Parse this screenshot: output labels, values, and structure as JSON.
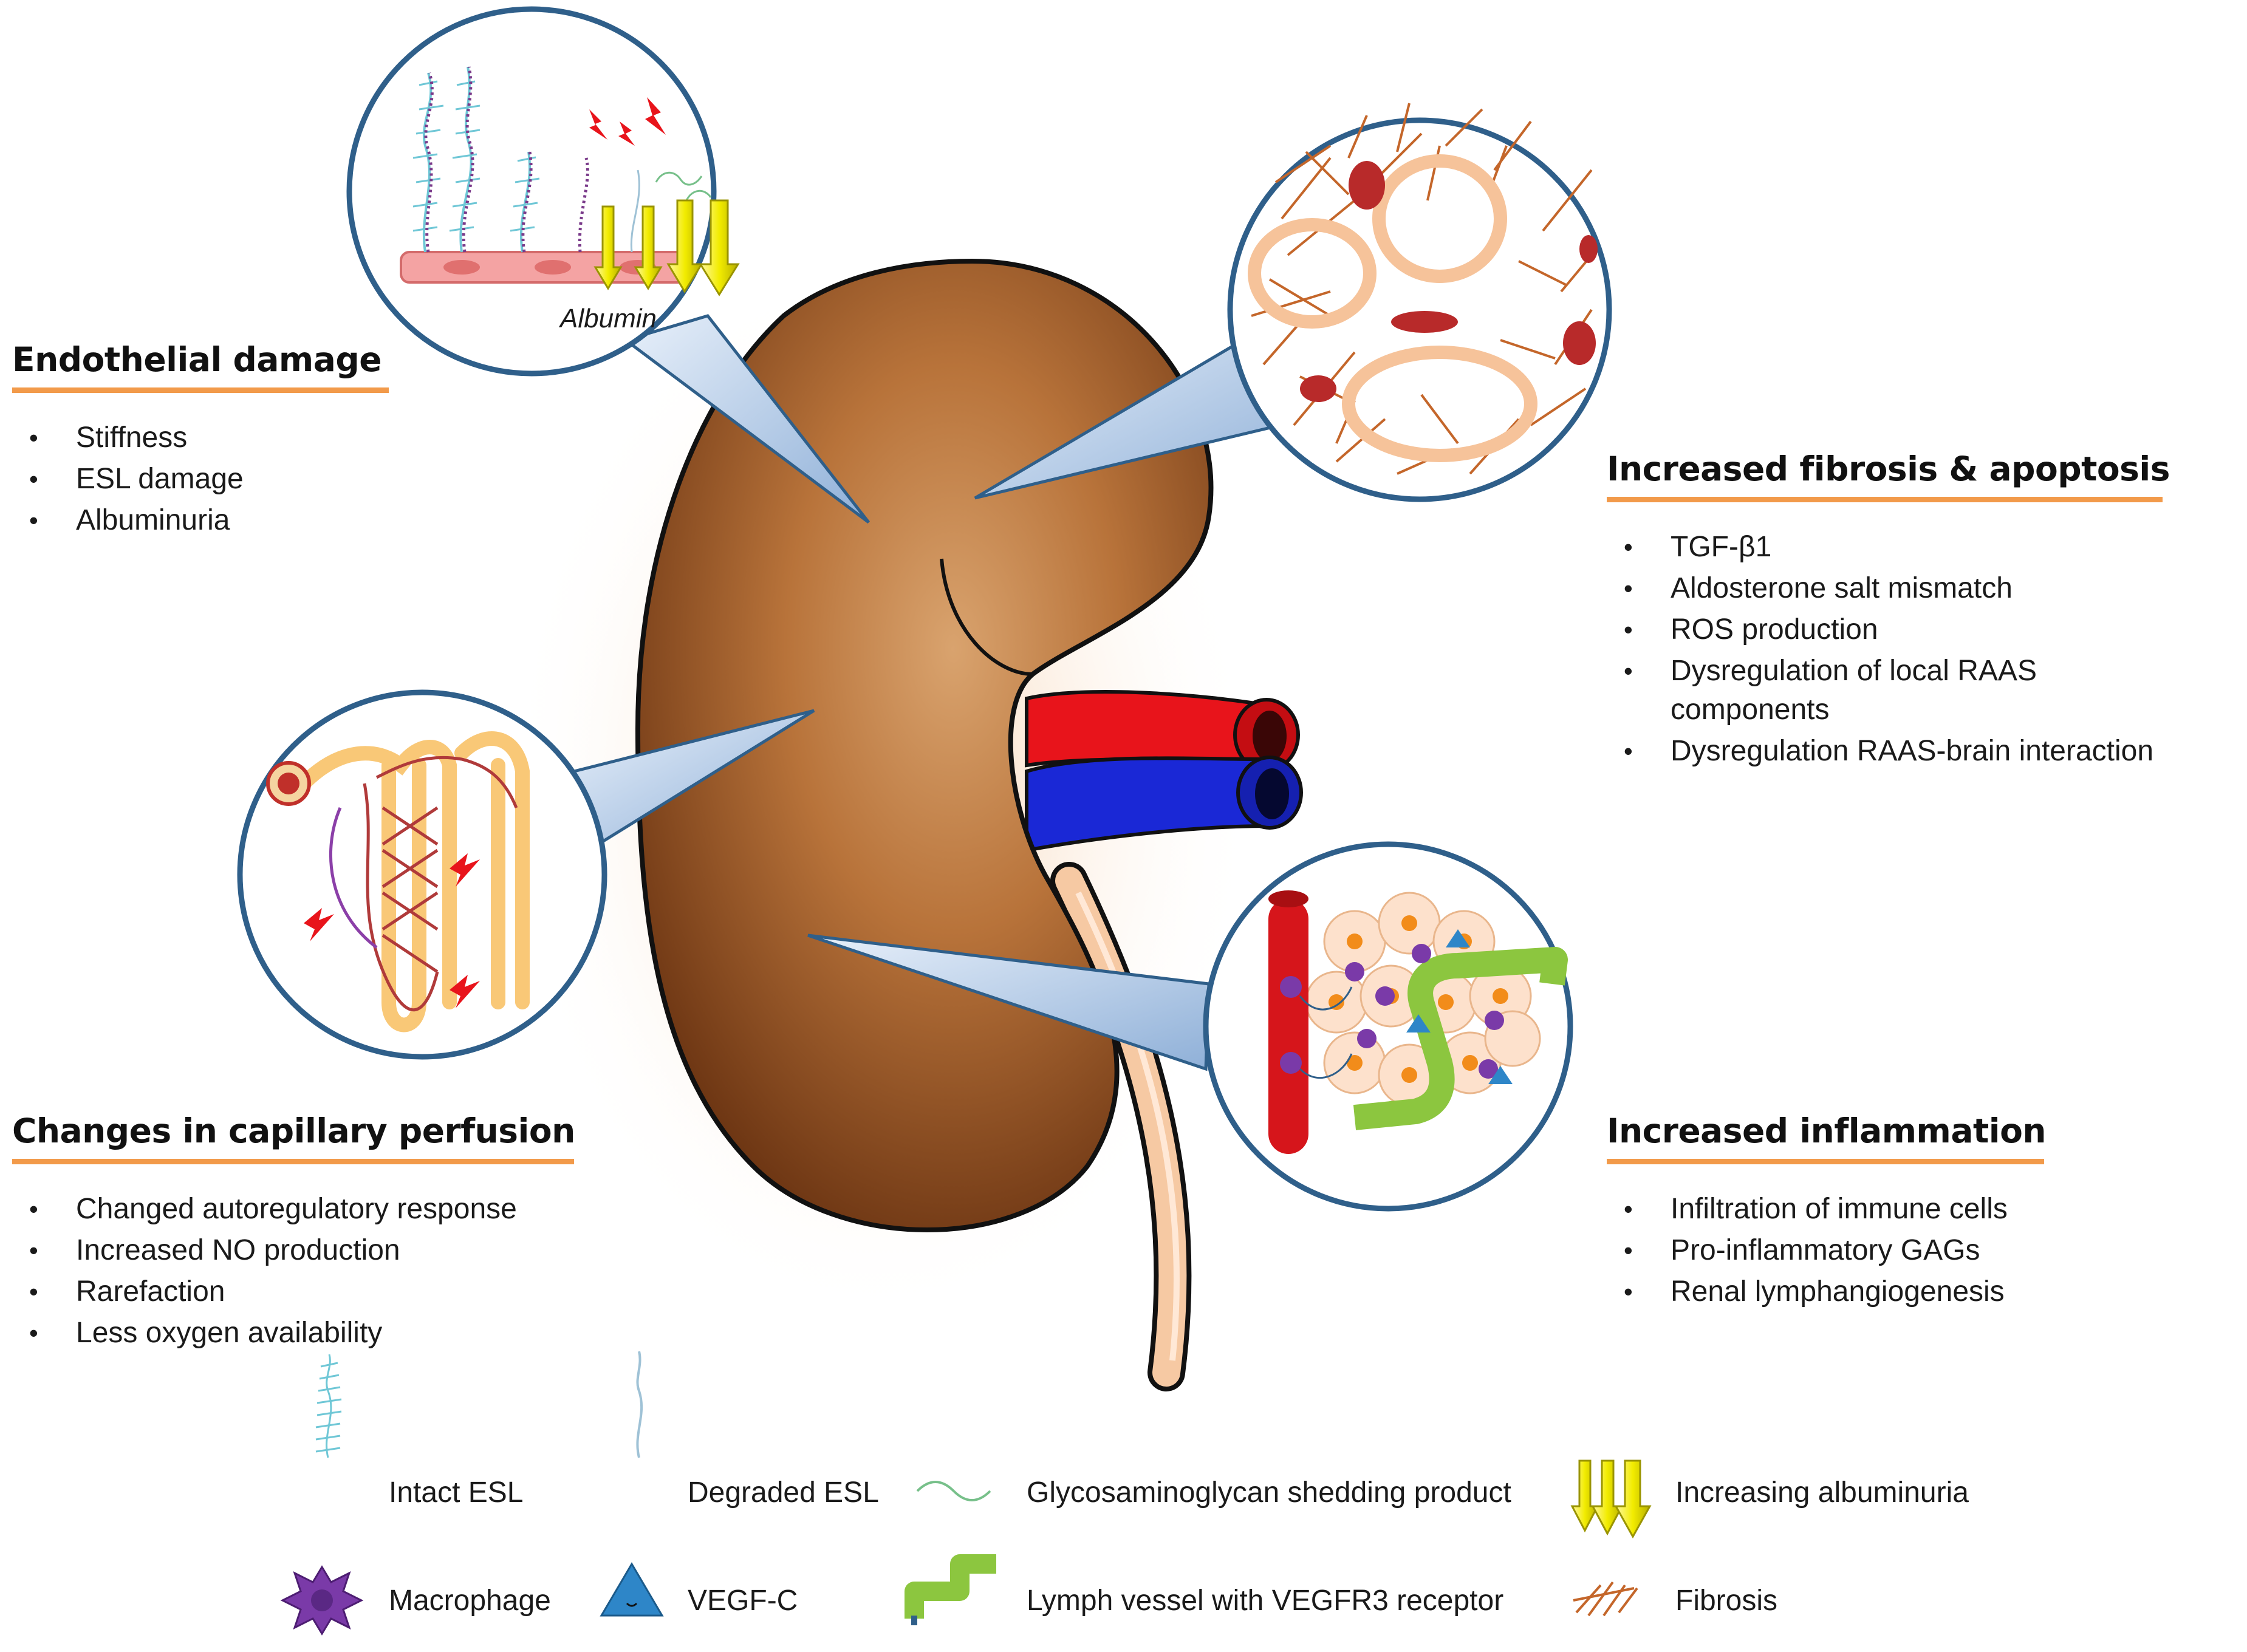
{
  "panels": {
    "endothelial": {
      "title": "Endothelial damage",
      "items": [
        "Stiffness",
        "ESL damage",
        "Albuminuria"
      ]
    },
    "fibrosis": {
      "title": "Increased fibrosis & apoptosis",
      "items": [
        "TGF-β1",
        "Aldosterone salt mismatch",
        "ROS production",
        "Dysregulation of local RAAS",
        "components",
        "Dysregulation RAAS-brain interaction"
      ]
    },
    "perfusion": {
      "title": "Changes in capillary perfusion",
      "items": [
        "Changed autoregulatory response",
        "Increased NO production",
        "Rarefaction",
        "Less oxygen availability"
      ]
    },
    "inflammation": {
      "title": "Increased inflammation",
      "items": [
        "Infiltration of immune cells",
        "Pro-inflammatory GAGs",
        "Renal lymphangiogenesis"
      ]
    }
  },
  "inset_label": "Albumin",
  "legend": [
    {
      "icon": "intact-esl-icon",
      "label": "Intact ESL"
    },
    {
      "icon": "degraded-esl-icon",
      "label": "Degraded ESL"
    },
    {
      "icon": "gag-shedding-icon",
      "label": "Glycosaminoglycan shedding product"
    },
    {
      "icon": "albuminuria-arrows-icon",
      "label": "Increasing albuminuria"
    },
    {
      "icon": "macrophage-icon",
      "label": "Macrophage"
    },
    {
      "icon": "vegf-c-icon",
      "label": "VEGF-C"
    },
    {
      "icon": "lymph-vessel-icon",
      "label": "Lymph vessel with VEGFR3 receptor"
    },
    {
      "icon": "fibrosis-icon",
      "label": "Fibrosis"
    }
  ],
  "colors": {
    "accent_underline": "#f29a4a",
    "circle_border": "#2f5f8a",
    "kidney": "#8b4a1e",
    "artery": "#e8141b",
    "vein": "#1a28d6",
    "lymph_vessel": "#8cc63f",
    "macrophage": "#7a3aa8",
    "vegf": "#2e86c8",
    "albumin_arrow": "#f7f200"
  }
}
